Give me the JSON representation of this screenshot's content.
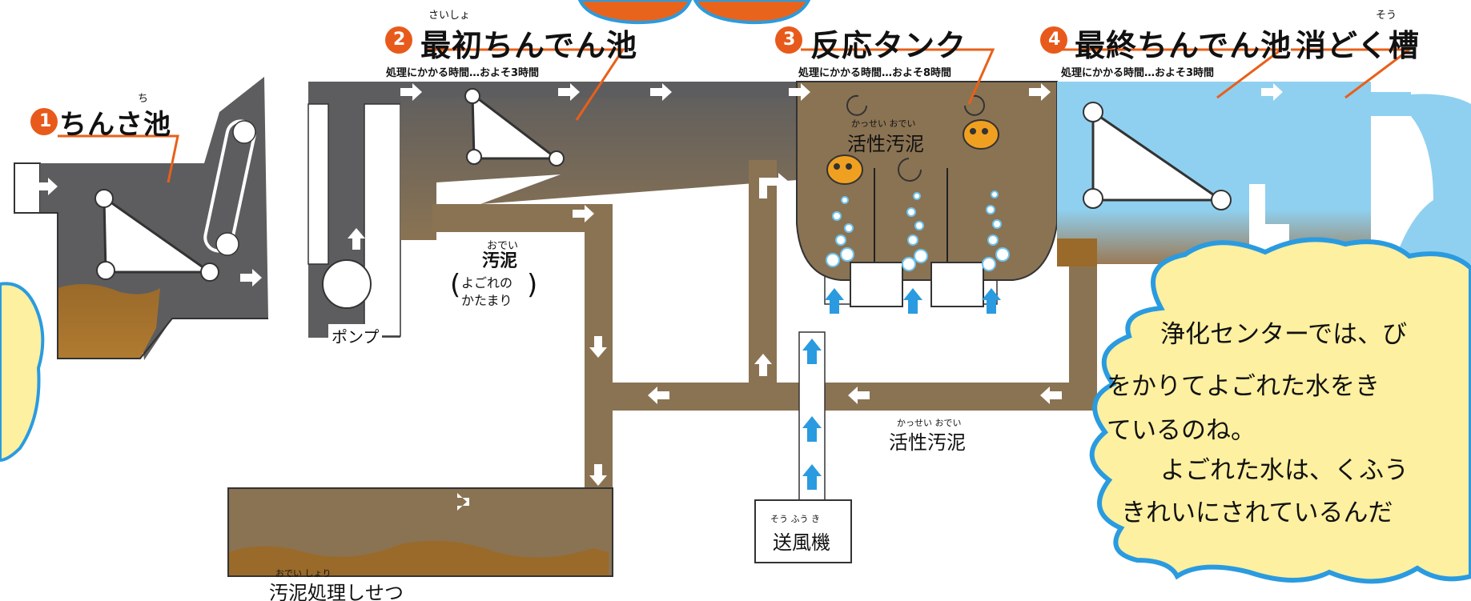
{
  "stages": {
    "s1": {
      "number": "1",
      "title": "ちんさ池",
      "ruby": "ち"
    },
    "s2": {
      "number": "2",
      "title": "最初ちんでん池",
      "ruby": "さいしょ",
      "time": "処理にかかる時間…およそ3時間"
    },
    "s3": {
      "number": "3",
      "title": "反応タンク",
      "time": "処理にかかる時間…およそ8時間"
    },
    "s4": {
      "number": "4",
      "title": "最終ちんでん池",
      "time": "処理にかかる時間…およそ3時間"
    },
    "s5": {
      "title": "消どく槽",
      "ruby": "そう"
    }
  },
  "labels": {
    "pump": "ポンプ",
    "sludge_ruby": "おでい",
    "sludge": "汚泥",
    "sludge_note1": "よごれの",
    "sludge_note2": "かたまり",
    "activated_ruby": "かっせい おでい",
    "activated": "活性汚泥",
    "activated2_ruby": "かっせい おでい",
    "activated2": "活性汚泥",
    "blower_ruby": "そう ふう き",
    "blower": "送風機",
    "facility_ruby": "おでい しょり",
    "facility": "汚泥処理しせつ"
  },
  "bubble": {
    "lines": [
      "　浄化センターでは、び",
      "をかりてよごれた水をき",
      "ているのね。",
      "　よごれた水は、くふう",
      "きれいにされているんだ"
    ]
  },
  "colors": {
    "gray_tank": "#5d5d5f",
    "mud": "#8a7353",
    "sediment": "#9a6a2a",
    "clean_water": "#8fd0f0",
    "orange_number": "#e85a1b",
    "orange_line": "#e8601a",
    "bubble_fill": "#fdf0a0",
    "bubble_stroke": "#2a9be0",
    "microbe": "#f0a020"
  }
}
